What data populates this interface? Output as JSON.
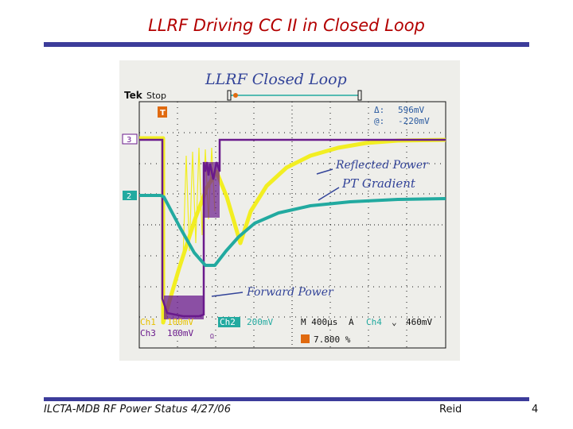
{
  "slide": {
    "title": "LLRF Driving CC II in Closed Loop",
    "footer_left": "ILCTA-MDB RF Power Status  4/27/06",
    "footer_mid": "Reid",
    "page_number": "4"
  },
  "scope": {
    "handwritten_title": "LLRF Closed Loop",
    "brand": "Tek",
    "run_state": "Stop",
    "cursor_delta_label": "Δ:",
    "cursor_delta_value": "596mV",
    "cursor_at_label": "@:",
    "cursor_at_value": "-220mV",
    "channel_marker_3": "3",
    "channel_marker_2": "2",
    "trigger_marker": "T",
    "annotations": {
      "reflected": "Reflected Power",
      "pt": "PT  Gradient",
      "forward": "Forward Power"
    },
    "readout": {
      "ch1_label": "Ch1",
      "ch1_value": "100mV",
      "ch2_label": "Ch2",
      "ch2_value": "200mV",
      "ch3_label": "Ch3",
      "ch3_value": "100mV",
      "ch3_suffix": "Ω",
      "timebase": "M 400µs",
      "trig_mode": "A",
      "trig_source": "Ch4",
      "trig_edge": "⌄",
      "trig_level": "460mV",
      "trig_position": "7.800 %"
    },
    "colors": {
      "background": "#eeeeea",
      "graticule": "#111111",
      "ch1_yellow": "#f2ee22",
      "ch2_teal": "#22aaa0",
      "ch3_purple": "#6a1a8c",
      "orange": "#e06a10",
      "annotation_blue": "#334499"
    }
  }
}
